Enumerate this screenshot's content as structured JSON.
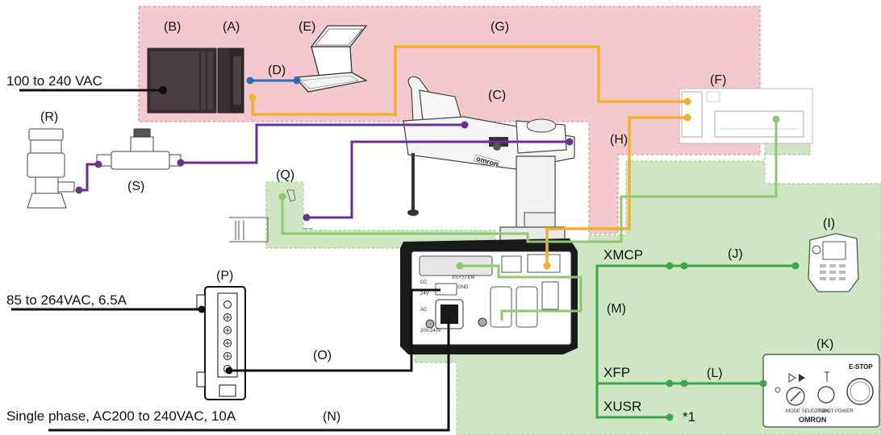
{
  "labels": {
    "A": "(A)",
    "B": "(B)",
    "C": "(C)",
    "D": "(D)",
    "E": "(E)",
    "F": "(F)",
    "G": "(G)",
    "H": "(H)",
    "I": "(I)",
    "J": "(J)",
    "K": "(K)",
    "L": "(L)",
    "M": "(M)",
    "N": "(N)",
    "O": "(O)",
    "P": "(P)",
    "Q": "(Q)",
    "R": "(R)",
    "S": "(S)"
  },
  "power": {
    "ac100": "100 to 240 VAC",
    "dc_supply": "85 to 264VAC, 6.5A",
    "single_phase": "Single phase, AC200 to 240VAC, 10A"
  },
  "ports": {
    "xmcp": "XMCP",
    "xfp": "XFP",
    "xusr": "XUSR",
    "note": "*1"
  },
  "panel": {
    "estop": "E-STOP",
    "mode_selection": "MODE SELECTION",
    "robot_power": "ROBOT POWER",
    "brand": "OMRON"
  },
  "robot": {
    "brand": "omron"
  },
  "controller": {
    "dc_label": "DC",
    "dc_voltage": "24V",
    "ac_label": "AC",
    "ac_voltage": "200-240V",
    "gnd": "GND",
    "xsystem": "XSYSTEM"
  },
  "colors": {
    "pink_zone": "#f3c9cf",
    "green_zone": "#cfe6c4",
    "orange_cable": "#f6ae2d",
    "purple_cable": "#6a2f94",
    "green_cable": "#3da64a",
    "light_green_cable": "#8dca6f",
    "blue_cable": "#2f6ab8",
    "black_cable": "#111111"
  }
}
